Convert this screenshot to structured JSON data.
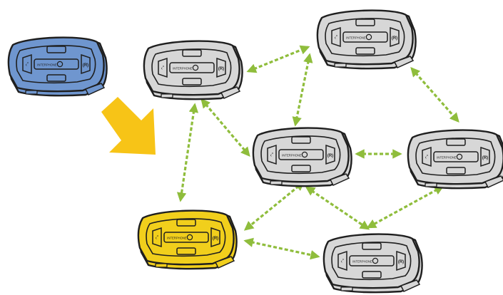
{
  "colors": {
    "background": "#ffffff",
    "device_default": "#d7d7d7",
    "device_source": "#6f96cf",
    "device_highlight": "#f1cf1c",
    "outline": "#1f1f1f",
    "connector": "#8fbd3c",
    "arrow": "#f7c417"
  },
  "device": {
    "button_left": "‹˚",
    "button_right": "(R)",
    "brand_text": "INTERPHONE"
  },
  "devices": [
    {
      "id": "source",
      "fill": "device_source",
      "role": "source",
      "icon": "intercom-device-icon"
    },
    {
      "id": "top-middle",
      "fill": "device_default",
      "role": "node",
      "icon": "intercom-device-icon"
    },
    {
      "id": "top-right",
      "fill": "device_default",
      "role": "node",
      "icon": "intercom-device-icon"
    },
    {
      "id": "center",
      "fill": "device_default",
      "role": "node",
      "icon": "intercom-device-icon"
    },
    {
      "id": "right",
      "fill": "device_default",
      "role": "node",
      "icon": "intercom-device-icon"
    },
    {
      "id": "bottom-left",
      "fill": "device_highlight",
      "role": "target",
      "icon": "intercom-device-icon"
    },
    {
      "id": "bottom-right",
      "fill": "device_default",
      "role": "node",
      "icon": "intercom-device-icon"
    }
  ],
  "links": [
    [
      "top-middle",
      "top-right"
    ],
    [
      "top-middle",
      "center"
    ],
    [
      "top-middle",
      "bottom-left"
    ],
    [
      "top-right",
      "center"
    ],
    [
      "top-right",
      "right"
    ],
    [
      "center",
      "right"
    ],
    [
      "center",
      "bottom-left"
    ],
    [
      "center",
      "bottom-right"
    ],
    [
      "right",
      "bottom-right"
    ],
    [
      "bottom-left",
      "bottom-right"
    ]
  ],
  "pairing_arrow": {
    "from": "source",
    "to": "bottom-left",
    "icon": "thick-arrow-icon"
  }
}
